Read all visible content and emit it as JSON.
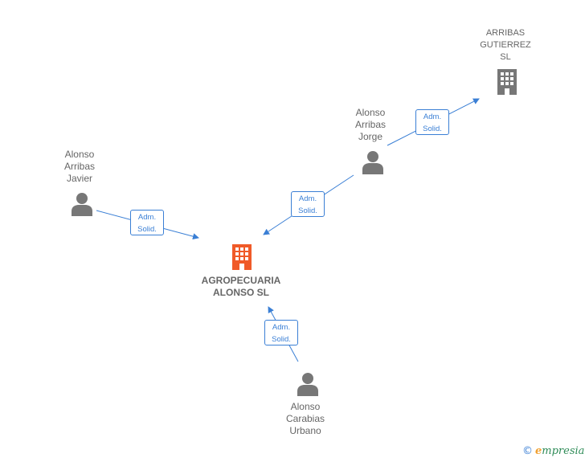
{
  "nodes": {
    "main": {
      "label": "AGROPECUARIA\nALONSO  SL",
      "type": "company",
      "color": "#f05a28"
    },
    "arribas_gutierrez": {
      "label": "ARRIBAS\nGUTIERREZ\nSL",
      "type": "company",
      "color": "#777777"
    },
    "alonso_arribas_jorge": {
      "label": "Alonso\nArribas\nJorge",
      "type": "person",
      "color": "#777777"
    },
    "alonso_arribas_javier": {
      "label": "Alonso\nArribas\nJavier",
      "type": "person",
      "color": "#777777"
    },
    "alonso_carabias_urbano": {
      "label": "Alonso\nCarabias\nUrbano",
      "type": "person",
      "color": "#777777"
    }
  },
  "relations": [
    {
      "line1": "Adm.",
      "line2": "Solid."
    },
    {
      "line1": "Adm.",
      "line2": "Solid."
    },
    {
      "line1": "Adm.",
      "line2": "Solid."
    },
    {
      "line1": "Adm.",
      "line2": "Solid."
    }
  ],
  "edge_color": "#3a7fd5",
  "watermark": {
    "copyright": "©",
    "brand_initial": "e",
    "brand_rest": "mpresia"
  }
}
